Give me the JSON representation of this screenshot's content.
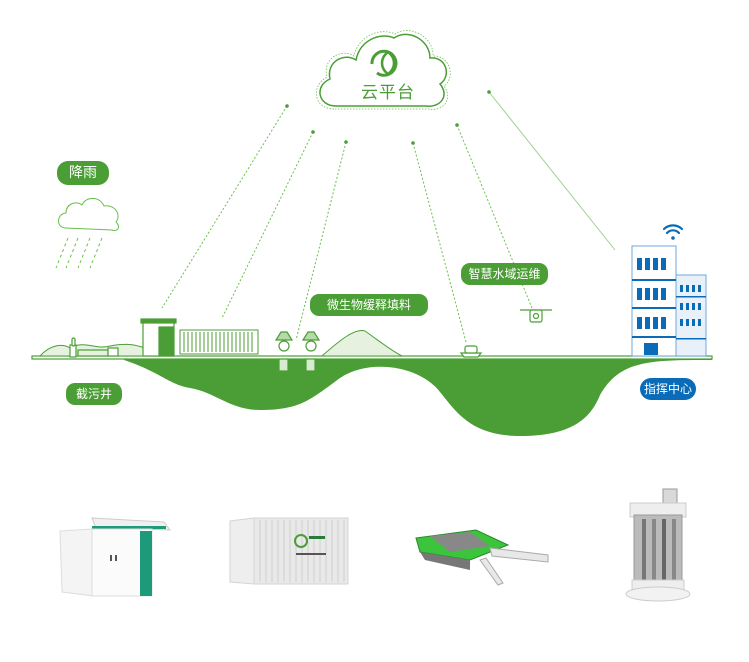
{
  "diagram": {
    "cloud_platform": {
      "label": "云平台",
      "icon": "leaf-logo-icon"
    },
    "rain": {
      "label": "降雨",
      "icon": "rain-cloud-icon"
    },
    "nodes": [
      {
        "id": "interception-well",
        "label": "截污井",
        "color": "#4b9e35"
      },
      {
        "id": "microbial-filler",
        "label": "微生物缓释填料",
        "color": "#4b9e35"
      },
      {
        "id": "smart-water-ops",
        "label": "智慧水域运维",
        "color": "#4b9e35"
      },
      {
        "id": "command-center",
        "label": "指挥中心",
        "color": "#0a6cb8"
      }
    ],
    "devices": [
      {
        "name": "treatment-cabinet"
      },
      {
        "name": "container-unit"
      },
      {
        "name": "cleaning-boat"
      },
      {
        "name": "cylindrical-reactor"
      }
    ],
    "colors": {
      "primary": "#4b9e35",
      "accent_blue": "#0a6cb8",
      "line_green": "#6bbf4e"
    }
  }
}
